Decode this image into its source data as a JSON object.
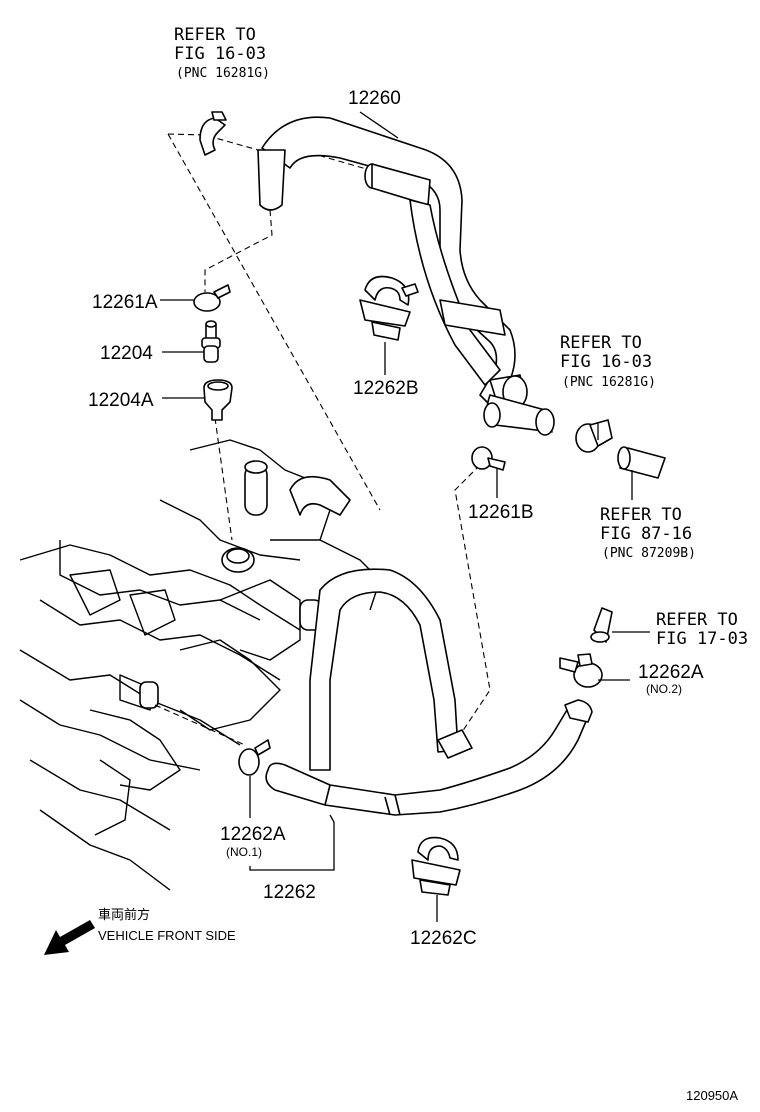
{
  "diagram_id": "120950A",
  "vehicle_front": {
    "jp": "車両前方",
    "en": "VEHICLE FRONT SIDE"
  },
  "labels": {
    "p12260": "12260",
    "p12261A": "12261A",
    "p12204": "12204",
    "p12204A": "12204A",
    "p12262B": "12262B",
    "p12261B": "12261B",
    "p12262A_no2": "12262A",
    "no2": "(NO.2)",
    "p12262A_no1": "12262A",
    "no1": "(NO.1)",
    "p12262": "12262",
    "p12262C": "12262C"
  },
  "refs": {
    "r1": {
      "line1": "REFER TO",
      "line2": "FIG 16-03",
      "pnc": "(PNC 16281G)"
    },
    "r2": {
      "line1": "REFER TO",
      "line2": "FIG 16-03",
      "pnc": "(PNC 16281G)"
    },
    "r3": {
      "line1": "REFER TO",
      "line2": "FIG 87-16",
      "pnc": "(PNC 87209B)"
    },
    "r4": {
      "line1": "REFER TO",
      "line2": "FIG 17-03"
    }
  }
}
